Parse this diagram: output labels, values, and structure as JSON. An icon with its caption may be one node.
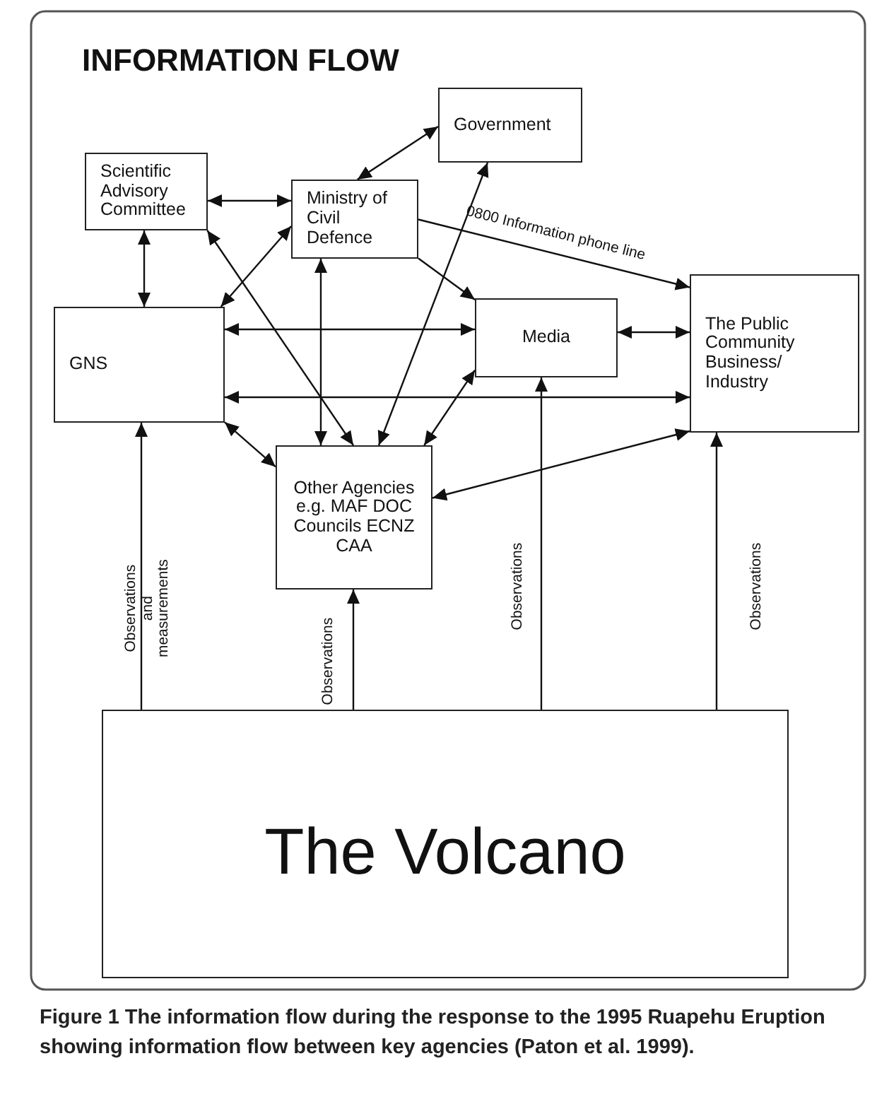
{
  "diagram": {
    "title": "INFORMATION FLOW",
    "caption": "Figure 1 The information flow during the response to the 1995 Ruapehu Eruption showing information flow between key agencies (Paton et al. 1999).",
    "nodes": [
      {
        "text": [
          "Scientific Advisory Committee"
        ]
      },
      {
        "text": [
          "Ministry of Civil Defence"
        ]
      },
      {
        "text": [
          "Government"
        ]
      },
      {
        "text": [
          "GNS"
        ]
      },
      {
        "text": [
          "Media"
        ]
      },
      {
        "text": [
          "The Public Community Business/ Industry"
        ]
      },
      {
        "text": [
          "Other Agencies e.g. MAF DOC Councils ECNZ CAA"
        ]
      },
      {
        "text": [
          "The Volcano"
        ]
      }
    ],
    "edges": [
      {
        "from": 0,
        "to": 1,
        "arrow": "both"
      },
      {
        "from": 0,
        "to": 3,
        "arrow": "both"
      },
      {
        "from": 1,
        "to": 2,
        "arrow": "both"
      },
      {
        "from": 1,
        "to": 5,
        "arrow": "to",
        "label": "0800 Information phone line"
      },
      {
        "from": 1,
        "to": 4,
        "arrow": "to"
      },
      {
        "from": 0,
        "to": 6,
        "arrow": "both"
      },
      {
        "from": 3,
        "to": 1,
        "arrow": "both"
      },
      {
        "from": 1,
        "to": 6,
        "arrow": "both"
      },
      {
        "from": 6,
        "to": 2,
        "arrow": "both"
      },
      {
        "from": 4,
        "to": 6,
        "arrow": "both"
      },
      {
        "from": 3,
        "to": 4,
        "arrow": "both"
      },
      {
        "from": 4,
        "to": 5,
        "arrow": "both"
      },
      {
        "from": 3,
        "to": 5,
        "arrow": "both"
      },
      {
        "from": 3,
        "to": 6,
        "arrow": "both"
      },
      {
        "from": 5,
        "to": 6,
        "arrow": "both"
      },
      {
        "from": 7,
        "to": 3,
        "arrow": "to",
        "label": "Observations and measurements"
      },
      {
        "from": 7,
        "to": 6,
        "arrow": "to",
        "label": "Observations"
      },
      {
        "from": 7,
        "to": 4,
        "arrow": "to",
        "label": "Observations"
      },
      {
        "from": 7,
        "to": 5,
        "arrow": "to",
        "label": "Observations"
      }
    ]
  }
}
